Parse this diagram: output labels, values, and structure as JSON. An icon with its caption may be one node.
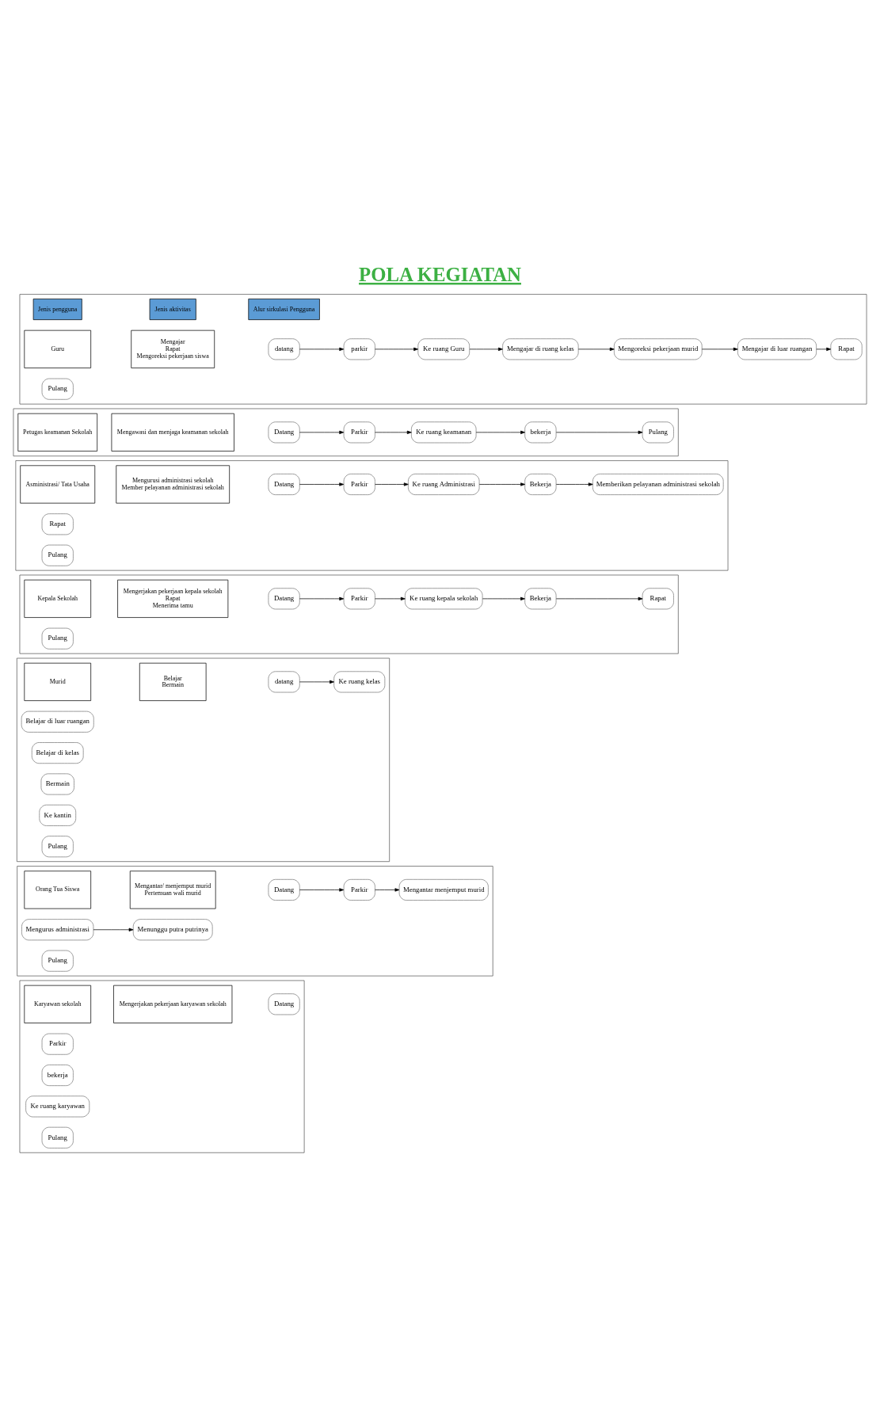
{
  "diagram": {
    "title": "POLA KEGIATAN",
    "nodes": [
      {
        "text": [],
        "shape": "box"
      },
      {
        "text": [
          "Jenis pengguna"
        ],
        "in": 0
      },
      {
        "text": [
          "Jenis aktivitas"
        ],
        "in": 0
      },
      {
        "text": [
          "Alur sirkulasi Pengguna"
        ],
        "in": 0
      },
      {
        "text": [
          "Guru"
        ],
        "in": 0
      },
      {
        "text": [
          "Mengajar",
          "Rapat",
          "Mengoreksi pekerjaan siswa"
        ],
        "in": 0
      },
      {
        "text": [
          "datang"
        ],
        "in": 0
      },
      {
        "text": [
          "parkir"
        ],
        "in": 0
      },
      {
        "text": [
          "Ke ruang Guru"
        ],
        "in": 0
      },
      {
        "text": [
          "Mengajar di ruang kelas"
        ],
        "in": 0
      },
      {
        "text": [
          "Mengoreksi pekerjaan murid"
        ],
        "in": 0
      },
      {
        "text": [
          "Mengajar di luar ruangan"
        ],
        "in": 0
      },
      {
        "text": [
          "Rapat"
        ],
        "in": 0
      },
      {
        "text": [
          "Pulang"
        ],
        "in": 0
      },
      {
        "text": [],
        "shape": "box"
      },
      {
        "text": [
          "Petugas keamanan Sekolah"
        ],
        "in": 14
      },
      {
        "text": [
          "Mengawasi dan menjaga keamanan sekolah"
        ],
        "in": 14
      },
      {
        "text": [
          "Datang"
        ],
        "in": 14
      },
      {
        "text": [
          "Parkir"
        ],
        "in": 14
      },
      {
        "text": [
          "Ke ruang keamanan"
        ],
        "in": 14
      },
      {
        "text": [
          "bekerja"
        ],
        "in": 14
      },
      {
        "text": [
          "Pulang"
        ],
        "in": 14
      },
      {
        "text": [],
        "shape": "box"
      },
      {
        "text": [
          "Asministrasi/ Tata Usaha"
        ],
        "in": 22
      },
      {
        "text": [
          "Mengurusi administrasi sekolah",
          "Member pelayanan administrasi sekolah"
        ],
        "in": 22
      },
      {
        "text": [
          "Datang"
        ],
        "in": 22
      },
      {
        "text": [
          "Parkir"
        ],
        "in": 22
      },
      {
        "text": [
          "Ke ruang Administrasi"
        ],
        "in": 22
      },
      {
        "text": [
          "Bekerja"
        ],
        "in": 22
      },
      {
        "text": [
          "Memberikan pelayanan administrasi sekolah"
        ],
        "in": 22
      },
      {
        "text": [
          "Rapat"
        ],
        "in": 22
      },
      {
        "text": [
          "Pulang"
        ],
        "in": 22
      },
      {
        "text": [],
        "shape": "box"
      },
      {
        "text": [
          "Kepala Sekolah"
        ],
        "in": 32
      },
      {
        "text": [
          "Mengerjakan pekerjaan kepala sekolah",
          "Rapat",
          "Menerima tamu"
        ],
        "in": 32
      },
      {
        "text": [
          "Datang"
        ],
        "in": 32
      },
      {
        "text": [
          "Parkir"
        ],
        "in": 32
      },
      {
        "text": [
          "Ke ruang kepala sekolah"
        ],
        "in": 32
      },
      {
        "text": [
          "Bekerja"
        ],
        "in": 32
      },
      {
        "text": [
          "Rapat"
        ],
        "in": 32
      },
      {
        "text": [
          "Pulang"
        ],
        "in": 32
      },
      {
        "text": [],
        "shape": "box"
      },
      {
        "text": [
          "Murid"
        ],
        "in": 41
      },
      {
        "text": [
          "Belajar",
          "Bermain"
        ],
        "in": 41
      },
      {
        "text": [
          "datang"
        ],
        "in": 41
      },
      {
        "text": [
          "Ke ruang kelas"
        ],
        "in": 41
      },
      {
        "text": [
          "Belajar di luar ruangan"
        ],
        "in": 41
      },
      {
        "text": [
          "Belajar di kelas"
        ],
        "in": 41
      },
      {
        "text": [
          "Bermain"
        ],
        "in": 41
      },
      {
        "text": [
          "Ke kantin"
        ],
        "in": 41
      },
      {
        "text": [
          "Pulang"
        ],
        "in": 41
      },
      {
        "text": [],
        "shape": "box"
      },
      {
        "text": [
          "Orang Tua Siswa"
        ],
        "in": 51
      },
      {
        "text": [
          "Mengantar/ menjemput murid",
          "Pertemuan wali murid"
        ],
        "in": 51
      },
      {
        "text": [
          "Datang"
        ],
        "in": 51
      },
      {
        "text": [
          "Parkir"
        ],
        "in": 51
      },
      {
        "text": [
          "Mengantar menjemput murid"
        ],
        "in": 51
      },
      {
        "text": [
          "Mengurus administrasi"
        ],
        "in": 51
      },
      {
        "text": [
          "Menunggu putra putrinya"
        ],
        "in": 51
      },
      {
        "text": [
          "Pulang"
        ],
        "in": 51
      },
      {
        "text": [],
        "shape": "box"
      },
      {
        "text": [
          "Karyawan sekolah"
        ],
        "in": 60
      },
      {
        "text": [
          "Mengerjakan pekerjaan karyawan sekolah"
        ],
        "in": 60
      },
      {
        "text": [
          "Datang"
        ],
        "in": 60
      },
      {
        "text": [
          "Parkir"
        ],
        "in": 60
      },
      {
        "text": [
          "bekerja"
        ],
        "in": 60
      },
      {
        "text": [
          "Ke ruang karyawan"
        ],
        "in": 60
      },
      {
        "text": [
          "Pulang"
        ],
        "in": 60
      }
    ],
    "edges": [
      {
        "from": 6,
        "to": 7,
        "arrow": "to"
      },
      {
        "from": 7,
        "to": 8,
        "arrow": "to"
      },
      {
        "from": 8,
        "to": 9,
        "arrow": "to"
      },
      {
        "from": 9,
        "to": 10,
        "arrow": "to"
      },
      {
        "from": 10,
        "to": 11,
        "arrow": "to"
      },
      {
        "from": 11,
        "to": 12,
        "arrow": "to"
      },
      {
        "from": 17,
        "to": 18,
        "arrow": "to"
      },
      {
        "from": 18,
        "to": 19,
        "arrow": "to"
      },
      {
        "from": 19,
        "to": 20,
        "arrow": "to"
      },
      {
        "from": 20,
        "to": 21,
        "arrow": "to"
      },
      {
        "from": 25,
        "to": 26,
        "arrow": "to"
      },
      {
        "from": 26,
        "to": 27,
        "arrow": "to"
      },
      {
        "from": 27,
        "to": 28,
        "arrow": "to"
      },
      {
        "from": 28,
        "to": 29,
        "arrow": "to"
      },
      {
        "from": 35,
        "to": 36,
        "arrow": "to"
      },
      {
        "from": 36,
        "to": 37,
        "arrow": "to"
      },
      {
        "from": 37,
        "to": 38,
        "arrow": "to"
      },
      {
        "from": 38,
        "to": 39,
        "arrow": "to"
      },
      {
        "from": 44,
        "to": 45,
        "arrow": "to"
      },
      {
        "from": 54,
        "to": 55,
        "arrow": "to"
      },
      {
        "from": 55,
        "to": 56,
        "arrow": "to"
      },
      {
        "from": 57,
        "to": 58,
        "arrow": "to"
      }
    ]
  }
}
